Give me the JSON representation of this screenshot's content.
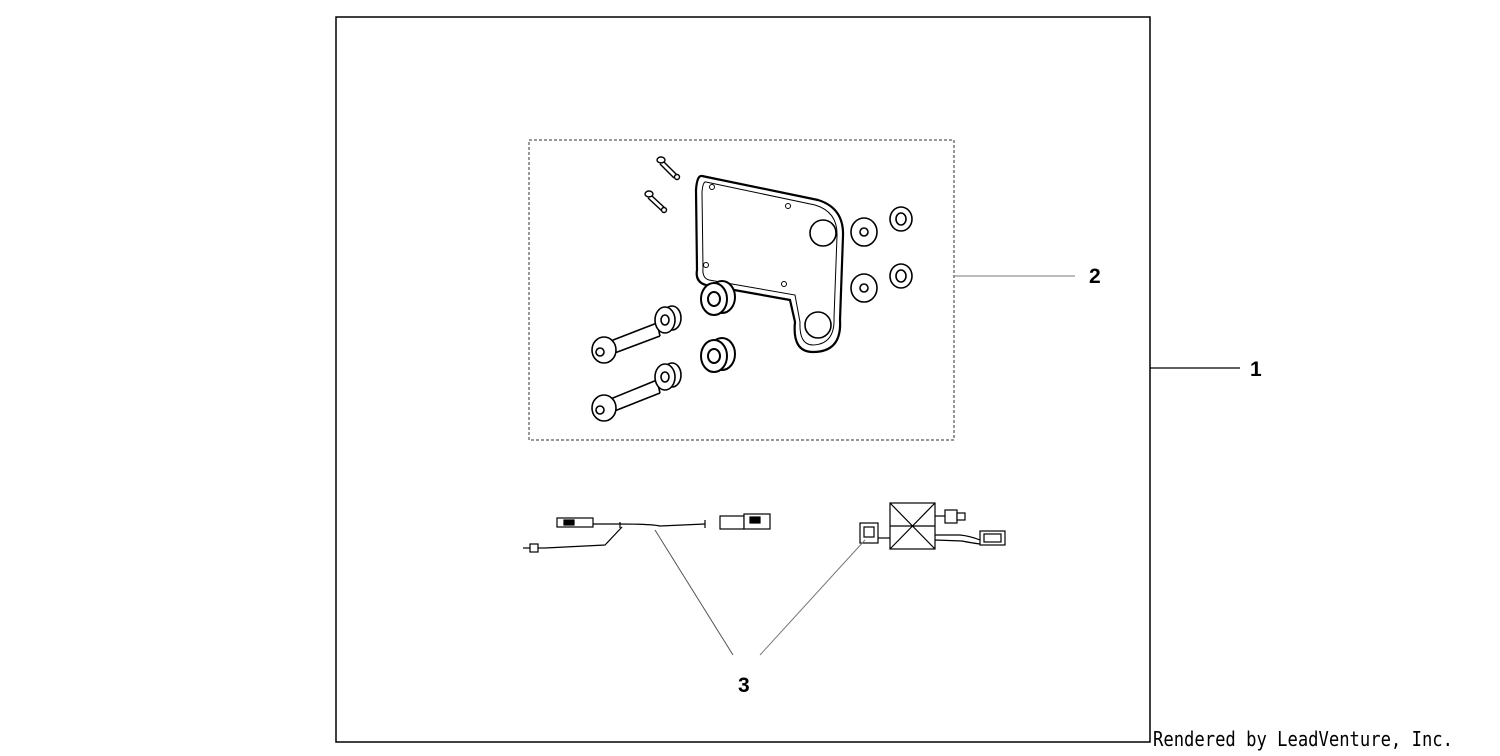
{
  "callouts": {
    "kit": "1",
    "bracket_set": "2",
    "harness": "3"
  },
  "credit": "Rendered by LeadVenture, Inc.",
  "colors": {
    "line": "#000000",
    "leader": "#777777",
    "background": "#ffffff"
  }
}
